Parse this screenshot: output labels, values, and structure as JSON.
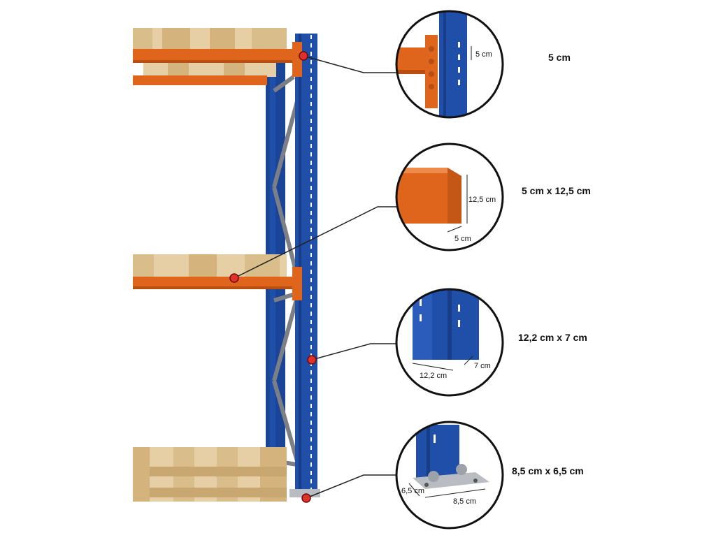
{
  "callouts": [
    {
      "id": "beam-connector",
      "label": "5 cm",
      "detail": {
        "pitch": "5 cm"
      }
    },
    {
      "id": "beam-profile",
      "label": "5 cm x 12,5 cm",
      "detail": {
        "height": "12,5 cm",
        "depth": "5 cm"
      }
    },
    {
      "id": "upright-profile",
      "label": "12,2 cm x 7 cm",
      "detail": {
        "width": "12,2 cm",
        "depth": "7 cm"
      }
    },
    {
      "id": "base-plate",
      "label": "8,5 cm x 6,5 cm",
      "detail": {
        "depth": "6,5 cm",
        "width": "8,5 cm"
      }
    }
  ],
  "colors": {
    "upright_blue": "#1f4fa8",
    "beam_orange": "#e0651c",
    "pallet_wood": "#e6cfa4",
    "marker_red": "#e0302a",
    "diagonal_grey": "#7d7f86",
    "base_steel": "#b9bcc2"
  }
}
